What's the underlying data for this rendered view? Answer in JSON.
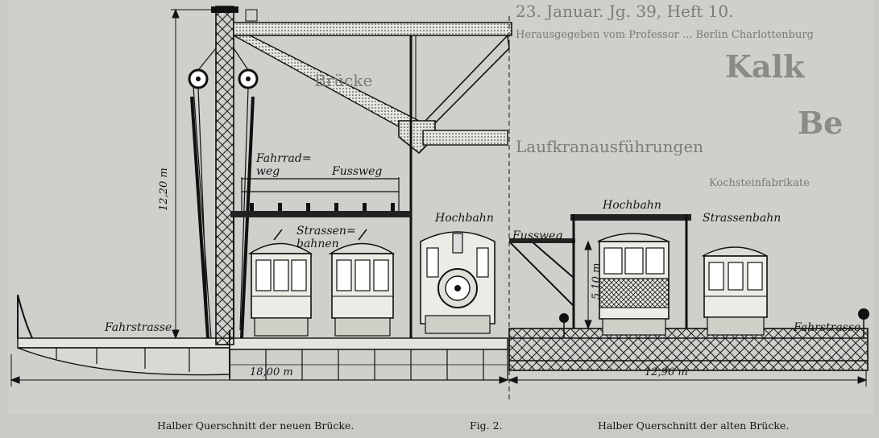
{
  "background_text": {
    "top_header": "23. Januar. Jg. 39, Heft 10.",
    "top_line": "Herausgegeben vom Professor ... Berlin Charlottenburg",
    "right_big_1": "Kalk",
    "right_big_2": "Be",
    "right_mid": "Kochsteinfabrikate",
    "mid_title": "Laufkranausführungen",
    "mid_bridge": "Brücke"
  },
  "labels": {
    "fahrradweg_1": "Fahrrad=",
    "fahrradweg_2": "weg",
    "fussweg_new": "Fussweg",
    "strassenbahnen_1": "Strassen=",
    "strassenbahnen_2": "bahnen",
    "hochbahn_new": "Hochbahn",
    "fahrstrasse_new": "Fahrstrasse",
    "fussweg_old": "Fussweg",
    "hochbahn_old": "Hochbahn",
    "strassenbahn_old": "Strassenbahn",
    "fahrstrasse_old": "Fahrstrasse"
  },
  "dimensions": {
    "height_new": "12,20 m",
    "width_new": "18,00 m",
    "height_old": "5,10 m",
    "width_old": "12,96 m"
  },
  "captions": {
    "left": "Halber Querschnitt der neuen Brücke.",
    "center": "Fig. 2.",
    "right": "Halber Querschnitt der alten Brücke."
  }
}
